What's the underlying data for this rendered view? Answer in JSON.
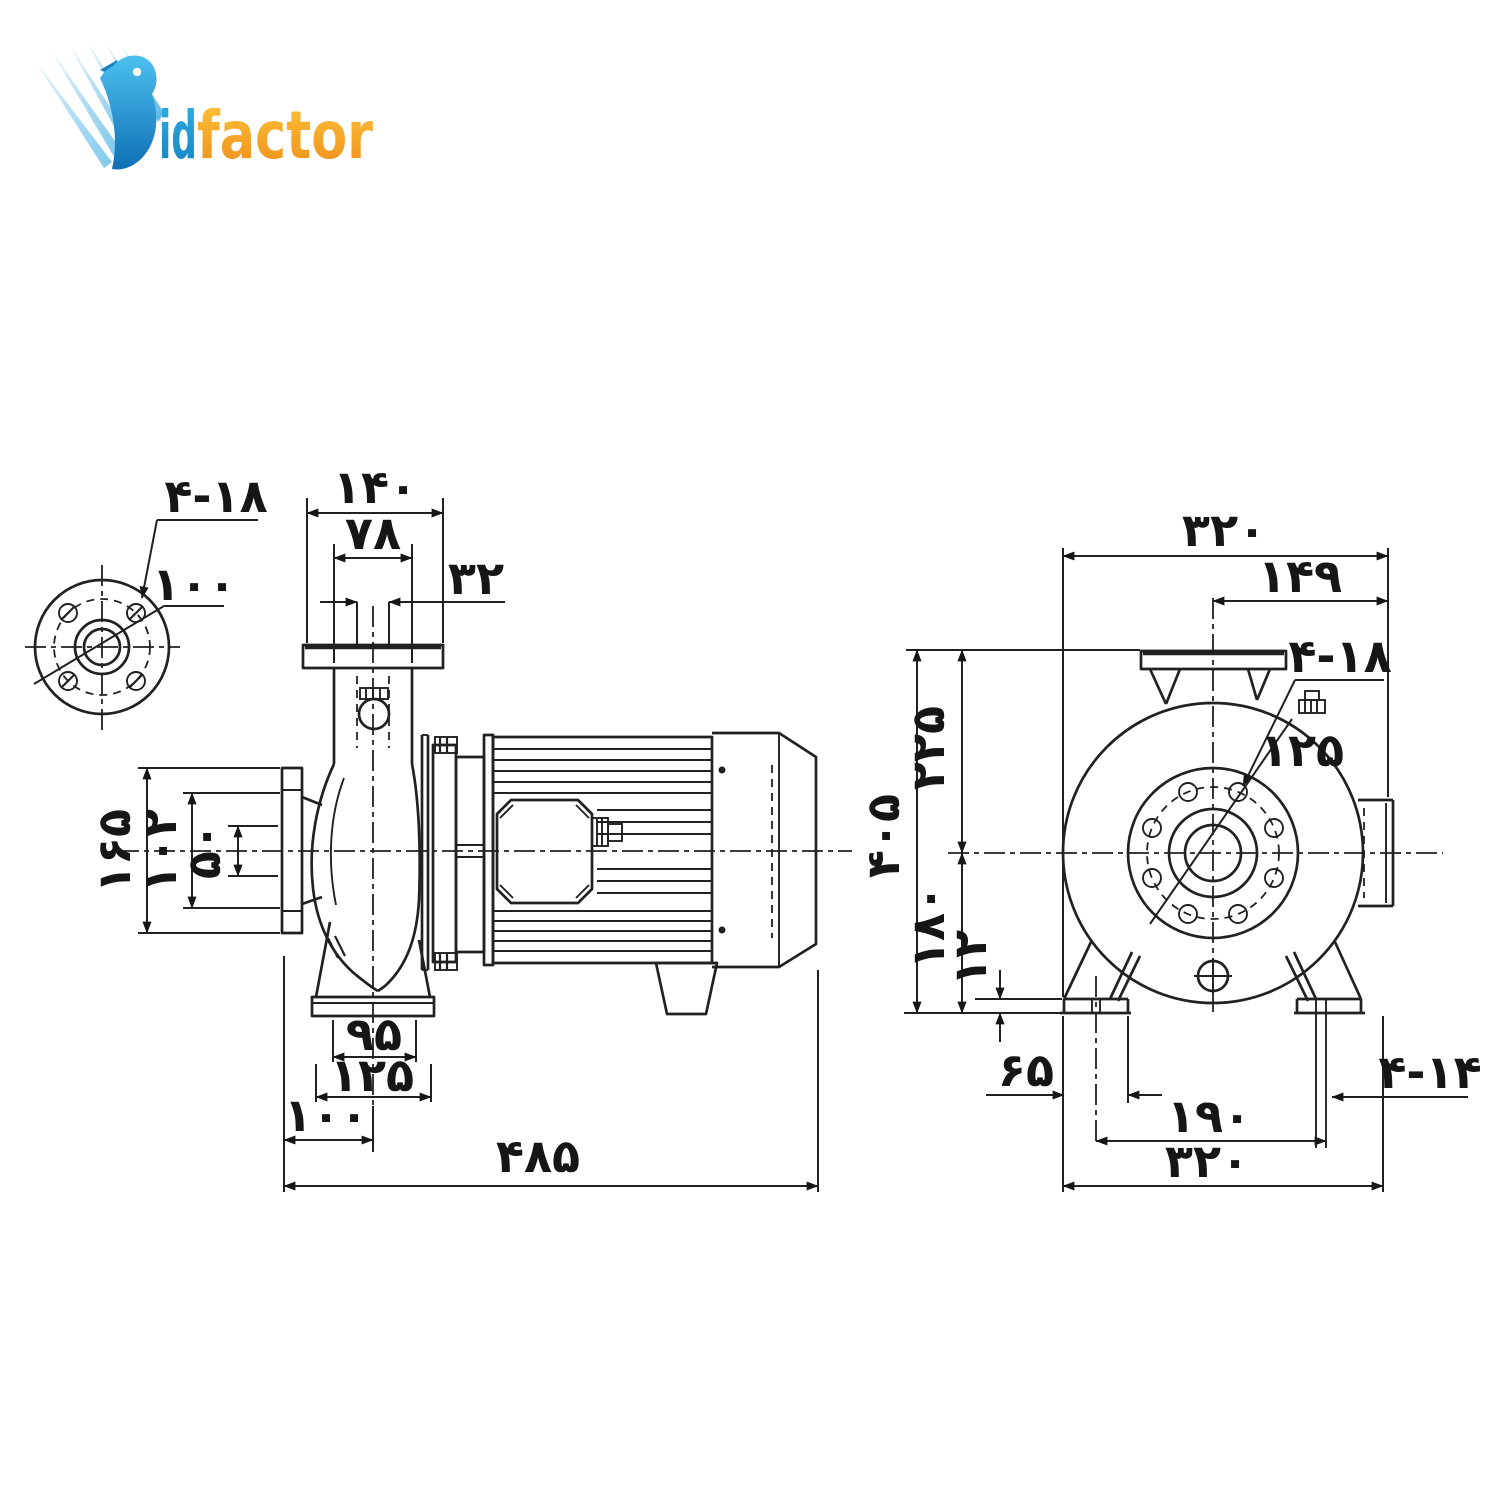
{
  "logo": {
    "brand": "Vidfactor",
    "part1": "id",
    "part2": "factor"
  },
  "theme": {
    "ink": "#212121",
    "bg": "#ffffff",
    "logo_blue": "#1e9ad4",
    "logo_blue_dark": "#0f6fb4",
    "logo_blue_light": "#bfe3f5",
    "logo_orange": "#ee8d1a",
    "logo_orange_light": "#fdc43c"
  },
  "flange_detail_view": {
    "holes_label": "۴-۱۸",
    "bolt_circle_diameter": "۱۰۰"
  },
  "side_view": {
    "top_dims": {
      "flange_width": "۱۴۰",
      "pipe_width": "۷۸",
      "bore": "۳۲"
    },
    "left_dims": {
      "flange_height": "۱۶۵",
      "face_height": "۱۰۲",
      "bore_height": "۵۰"
    },
    "bottom_dims": {
      "foot_width": "۹۵",
      "pad_width": "۱۲۵",
      "axis_offset": "۱۰۰",
      "overall_length": "۴۸۵"
    }
  },
  "front_view": {
    "top_dims": {
      "overall_width": "۳۲۰",
      "offset_right": "۱۴۹"
    },
    "labels": {
      "flange_holes": "۴-۱۸",
      "bolt_circle_diameter": "۱۲۵"
    },
    "left_dims": {
      "overall_height": "۴۰۵",
      "top_to_axis": "۲۲۵",
      "axis_to_base": "۱۸۰",
      "pad_thickness": "۱۲"
    },
    "bottom_dims": {
      "edge_to_slot": "۶۵",
      "slot_spacing": "۱۹۰",
      "base_width": "۳۲۰",
      "foot_slots": "۴-۱۴"
    }
  }
}
